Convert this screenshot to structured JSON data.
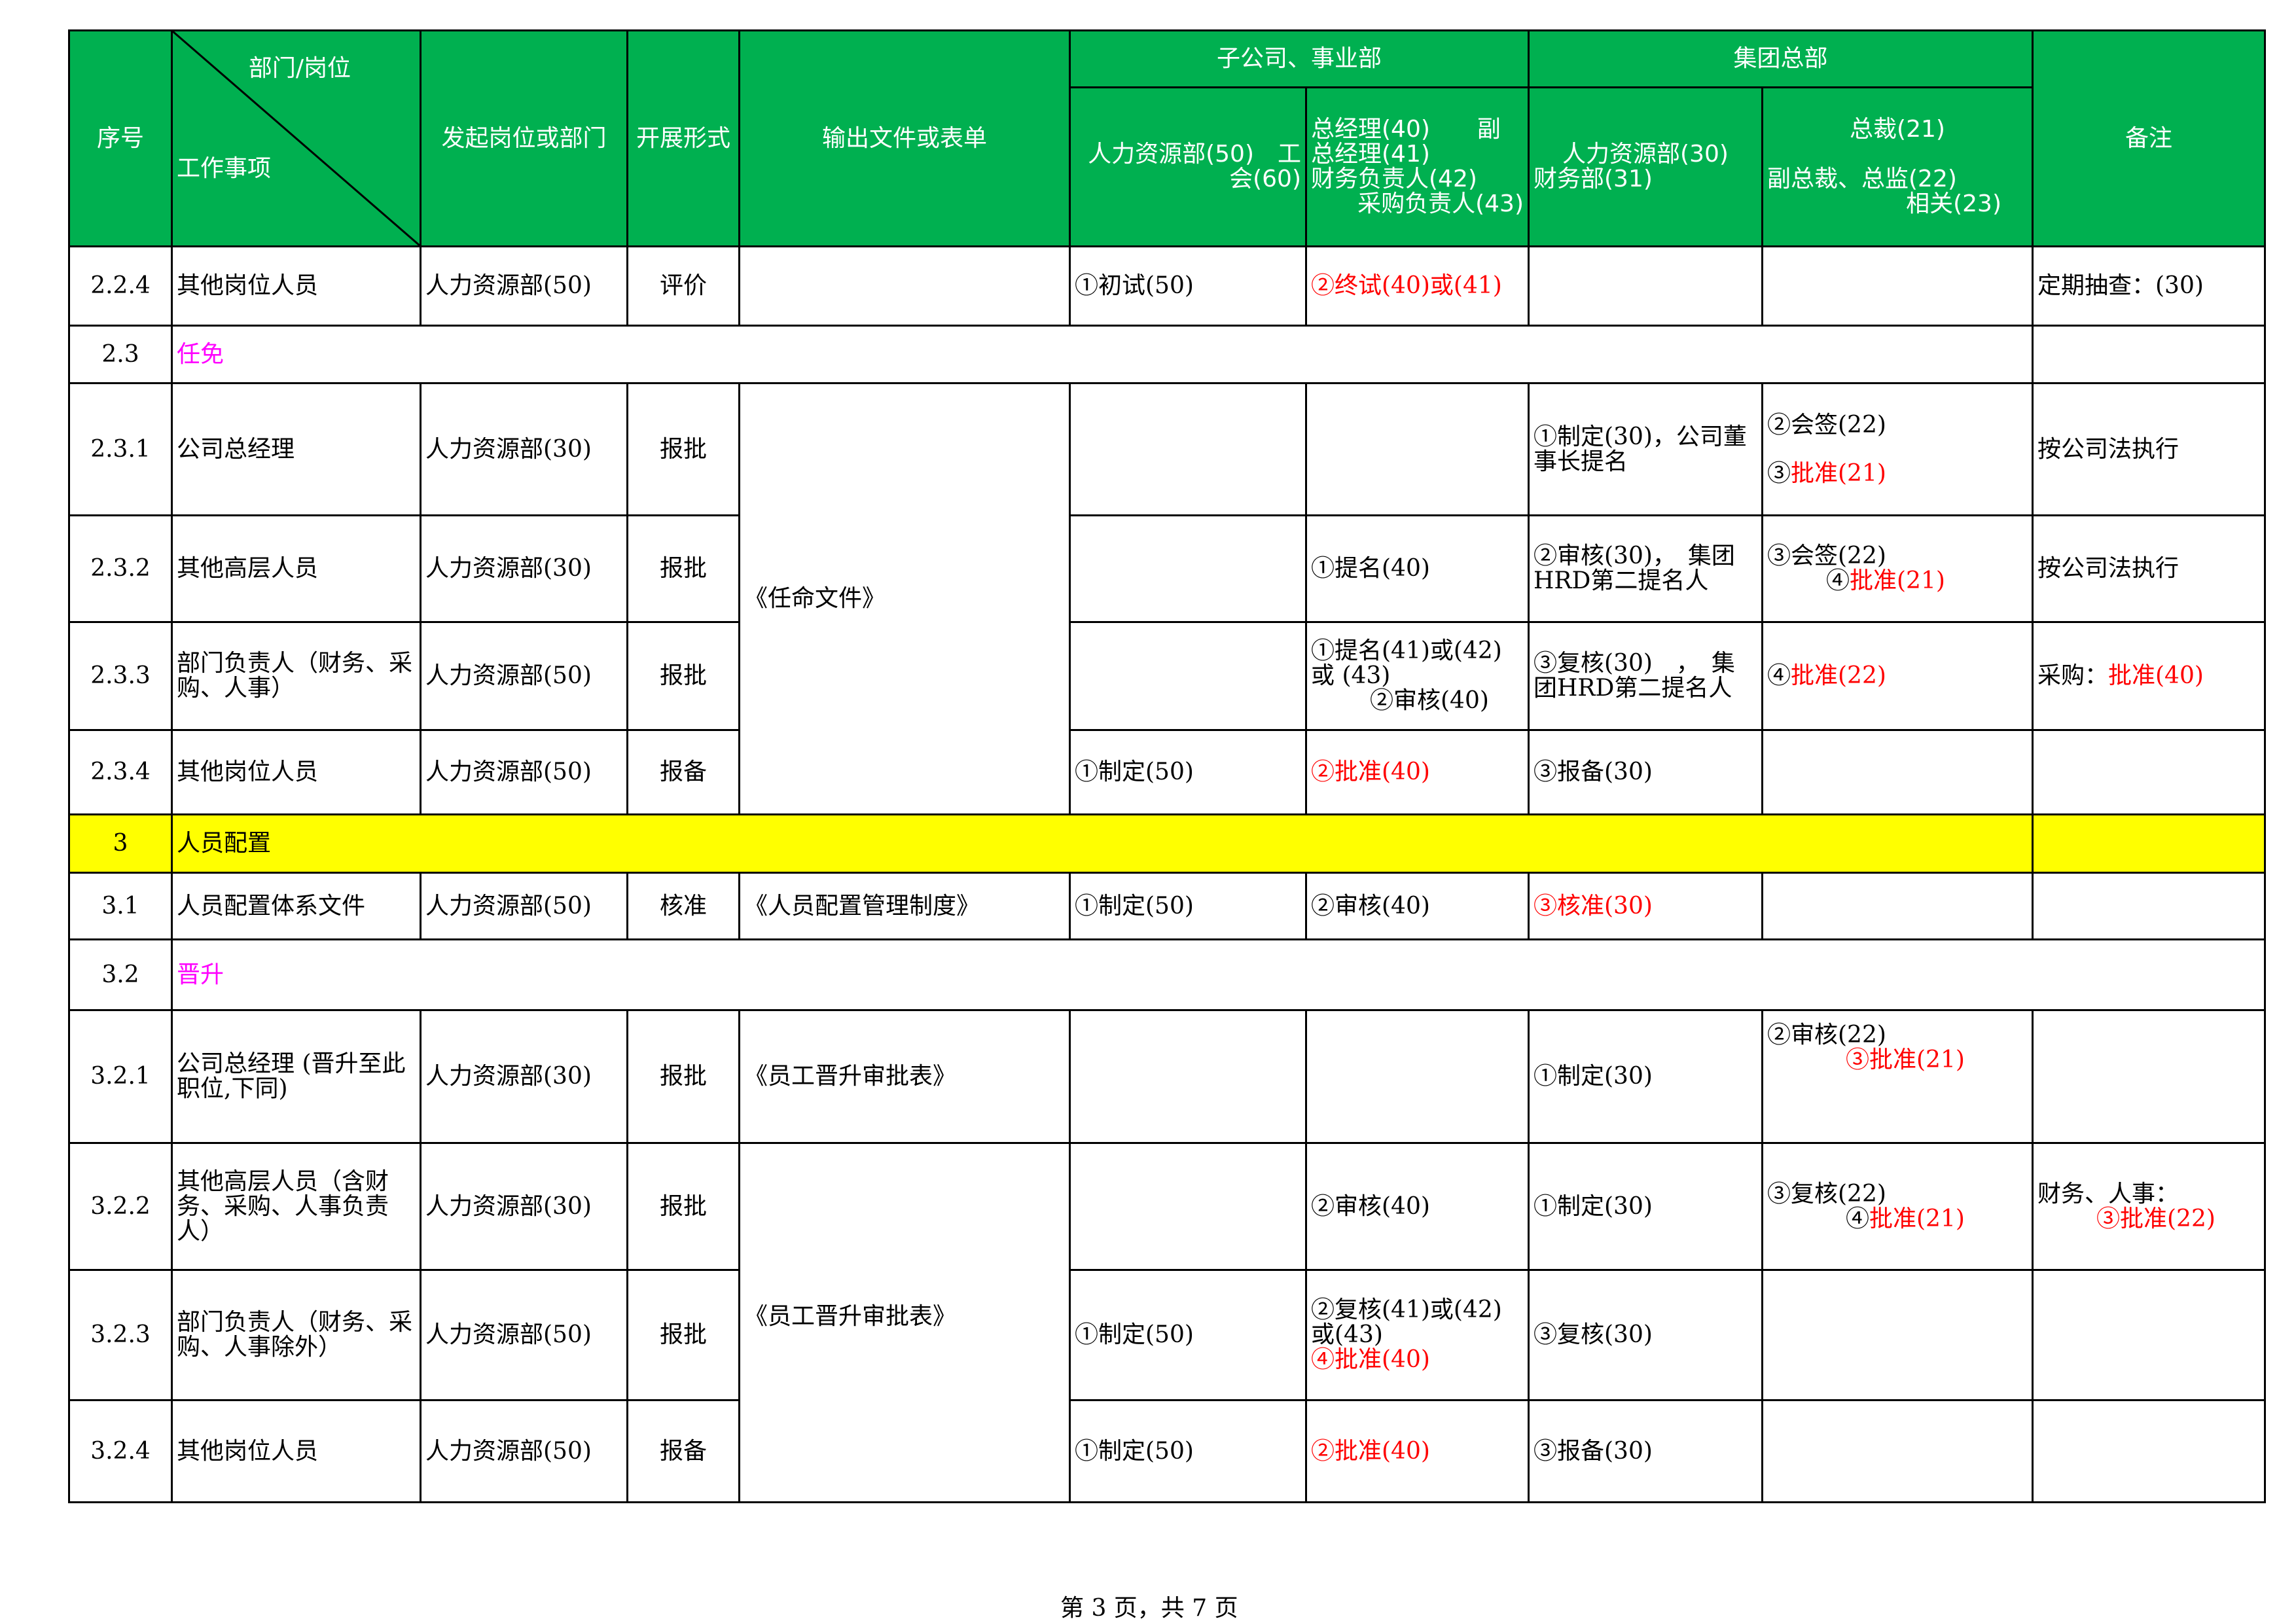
{
  "header": {
    "no": "序号",
    "diag_top": "部门/岗位",
    "diag_bottom": "工作事项",
    "initiator": "发起岗位或部门",
    "form": "开展形式",
    "output": "输出文件或表单",
    "group_sub": "子公司、事业部",
    "group_hq": "集团总部",
    "note": "备注",
    "sub_hr": "人力资源部(50)　工会(60)",
    "sub_gm_1": "总经理(40)　　副",
    "sub_gm_2": "总经理(41)",
    "sub_gm_3": "财务负责人(42)",
    "sub_gm_4": "采购负责人(43)",
    "hq_hr_1": "人力资源部(30)",
    "hq_hr_2": "财务部(31)",
    "hq_pres_1": "总裁(21)",
    "hq_pres_2": "副总裁、总监(22)",
    "hq_pres_3": "相关(23)"
  },
  "rows": {
    "r224": {
      "no": "2.2.4",
      "item": "其他岗位人员",
      "init": "人力资源部(50)",
      "form": "评价",
      "sub_hr": "①初试(50)",
      "sub_gm": "②终试(40)或(41)",
      "note": "定期抽查：(30)"
    },
    "r23": {
      "no": "2.3",
      "title": "任免"
    },
    "r231": {
      "no": "2.3.1",
      "item": "公司总经理",
      "init": "人力资源部(30)",
      "form": "报批",
      "hq_hr": "①制定(30)，公司董事长提名",
      "pres_a": "②会签(22)",
      "pres_b_pre": "③",
      "pres_b_red": "批准(21)",
      "note": "按公司法执行"
    },
    "r232": {
      "no": "2.3.2",
      "item": "其他高层人员",
      "init": "人力资源部(30)",
      "form": "报批",
      "sub_gm": "①提名(40)",
      "hq_hr": "②审核(30)，　集团HRD第二提名人",
      "pres_a": "③会签(22)",
      "pres_b_pre": "④",
      "pres_b_red": "批准(21)",
      "note": "按公司法执行"
    },
    "r233": {
      "no": "2.3.3",
      "item": "部门负责人（财务、采购、人事）",
      "init": "人力资源部(50)",
      "form": "报批",
      "sub_gm_a": "①提名(41)或(42)或 (43)",
      "sub_gm_b": "②审核(40)",
      "hq_hr": "③复核(30)　，　集团HRD第二提名人",
      "pres_pre": "④",
      "pres_red": "批准(22)",
      "note_pre": "采购：",
      "note_red": "批准(40)"
    },
    "r234": {
      "no": "2.3.4",
      "item": "其他岗位人员",
      "init": "人力资源部(50)",
      "form": "报备",
      "sub_hr": "①制定(50)",
      "sub_gm": "②批准(40)",
      "hq_hr": "③报备(30)"
    },
    "appoint_output": "《任命文件》",
    "r3": {
      "no": "3",
      "title": "人员配置"
    },
    "r31": {
      "no": "3.1",
      "item": "人员配置体系文件",
      "init": "人力资源部(50)",
      "form": "核准",
      "output": "《人员配置管理制度》",
      "sub_hr": "①制定(50)",
      "sub_gm": "②审核(40)",
      "hq_hr": "③核准(30)"
    },
    "r32": {
      "no": "3.2",
      "title": "晋升"
    },
    "r321": {
      "no": "3.2.1",
      "item": "公司总经理 (晋升至此职位,下同)",
      "init": "人力资源部(30)",
      "form": "报批",
      "output": "《员工晋升审批表》",
      "hq_hr": "①制定(30)",
      "pres_a": "②审核(22)",
      "pres_b": "③批准(21)"
    },
    "r322": {
      "no": "3.2.2",
      "item": "其他高层人员（含财务、采购、人事负责人）",
      "init": "人力资源部(30)",
      "form": "报批",
      "sub_gm": "②审核(40)",
      "hq_hr": "①制定(30)",
      "pres_a": "③复核(22)",
      "pres_b_pre": "④",
      "pres_b_red": "批准(21)",
      "note_a": "财务、人事：",
      "note_b": "③批准(22)"
    },
    "r323": {
      "no": "3.2.3",
      "item": "部门负责人（财务、采购、人事除外）",
      "init": "人力资源部(50)",
      "form": "报批",
      "sub_hr": "①制定(50)",
      "sub_gm_a": "②复核(41)或(42)或(43)",
      "sub_gm_b": "④批准(40)",
      "hq_hr": "③复核(30)"
    },
    "r324": {
      "no": "3.2.4",
      "item": "其他岗位人员",
      "init": "人力资源部(50)",
      "form": "报备",
      "sub_hr": "①制定(50)",
      "sub_gm": "②批准(40)",
      "hq_hr": "③报备(30)"
    },
    "promote_output": "《员工晋升审批表》"
  },
  "footer": "第 3 页，共 7 页",
  "colors": {
    "header_green": "#00b050",
    "section_yellow": "#ffff00",
    "subsection_magenta": "#ff00ff",
    "approval_red": "#ff0000"
  }
}
